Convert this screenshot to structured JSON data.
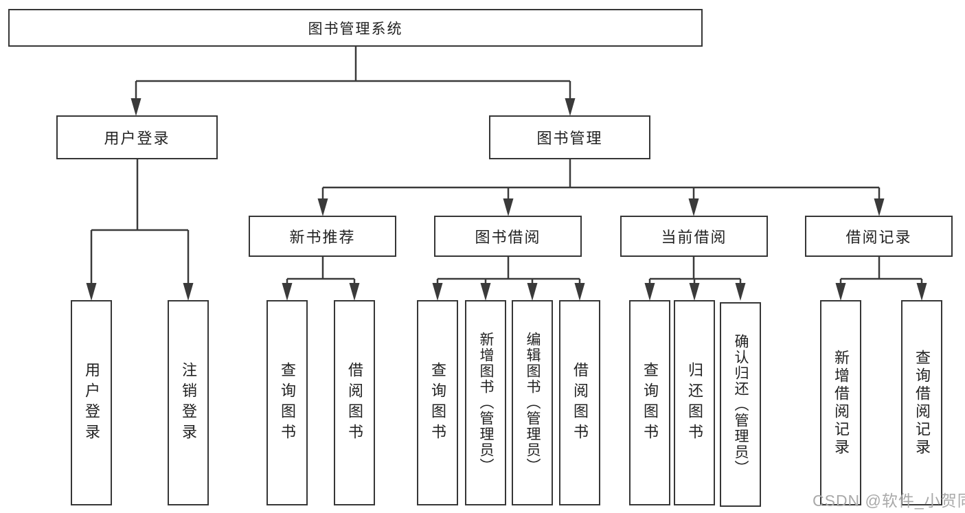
{
  "diagram": {
    "root": {
      "label": "图书管理系统"
    },
    "level2": [
      {
        "label": "用户登录"
      },
      {
        "label": "图书管理"
      }
    ],
    "level3": [
      {
        "label": "新书推荐"
      },
      {
        "label": "图书借阅"
      },
      {
        "label": "当前借阅"
      },
      {
        "label": "借阅记录"
      }
    ],
    "leaves": {
      "user_login": [
        {
          "label": "用户登录"
        },
        {
          "label": "注销登录"
        }
      ],
      "new_book": [
        {
          "label": "查询图书"
        },
        {
          "label": "借阅图书"
        }
      ],
      "borrow": [
        {
          "label": "查询图书"
        },
        {
          "label": "新增图书（管理员）"
        },
        {
          "label": "编辑图书（管理员）"
        },
        {
          "label": "借阅图书"
        }
      ],
      "current": [
        {
          "label": "查询图书"
        },
        {
          "label": "归还图书"
        },
        {
          "label": "确认归还（管理员）"
        }
      ],
      "records": [
        {
          "label": "新增借阅记录"
        },
        {
          "label": "查询借阅记录"
        }
      ]
    },
    "colors": {
      "line": "#3a3a3a",
      "border": "#363636",
      "text": "#222222",
      "watermark": "#a9a9a9"
    },
    "watermark": {
      "text": "CSDN @软件_小贺同学"
    }
  }
}
